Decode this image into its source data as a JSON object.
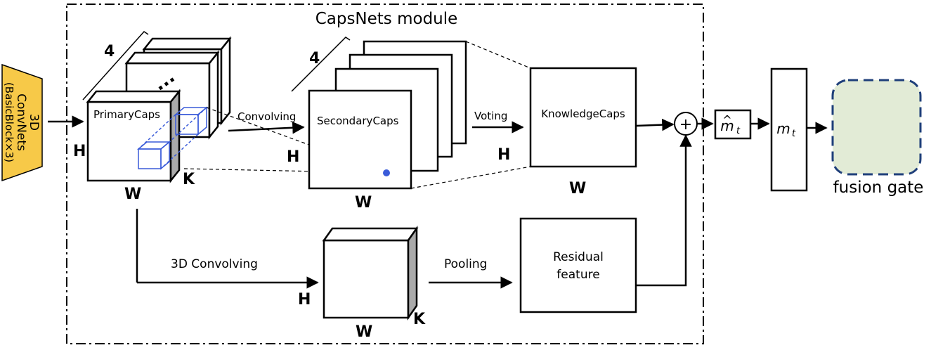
{
  "module_title": "CapsNets module",
  "input_block": {
    "line1": "3D",
    "line2": "ConvNets",
    "line3": "(BasicBlock×3)"
  },
  "primary_caps": {
    "label": "PrimaryCaps",
    "count": "4",
    "dots": "...",
    "h": "H",
    "w": "W",
    "k": "K"
  },
  "secondary_caps": {
    "label": "SecondaryCaps",
    "count": "4",
    "h": "H",
    "w": "W"
  },
  "knowledge_caps": {
    "label": "KnowledgeCaps",
    "h": "H",
    "w": "W"
  },
  "conv3d_block": {
    "h": "H",
    "w": "W",
    "k": "K"
  },
  "residual": {
    "line1": "Residual",
    "line2": "feature"
  },
  "arrows": {
    "convolving": "Convolving",
    "voting": "Voting",
    "conv3d": "3D Convolving",
    "pooling": "Pooling"
  },
  "plus_symbol": "+",
  "m_hat": {
    "base": "m",
    "sub": "t"
  },
  "m_t": {
    "base": "m",
    "sub": "t"
  },
  "fusion_gate_label": "fusion gate",
  "colors": {
    "input_fill": "#f7c948",
    "fusion_fill": "#e2ebd6",
    "fusion_border": "#1f3f7a",
    "cube_blue": "#3a5bd9"
  }
}
